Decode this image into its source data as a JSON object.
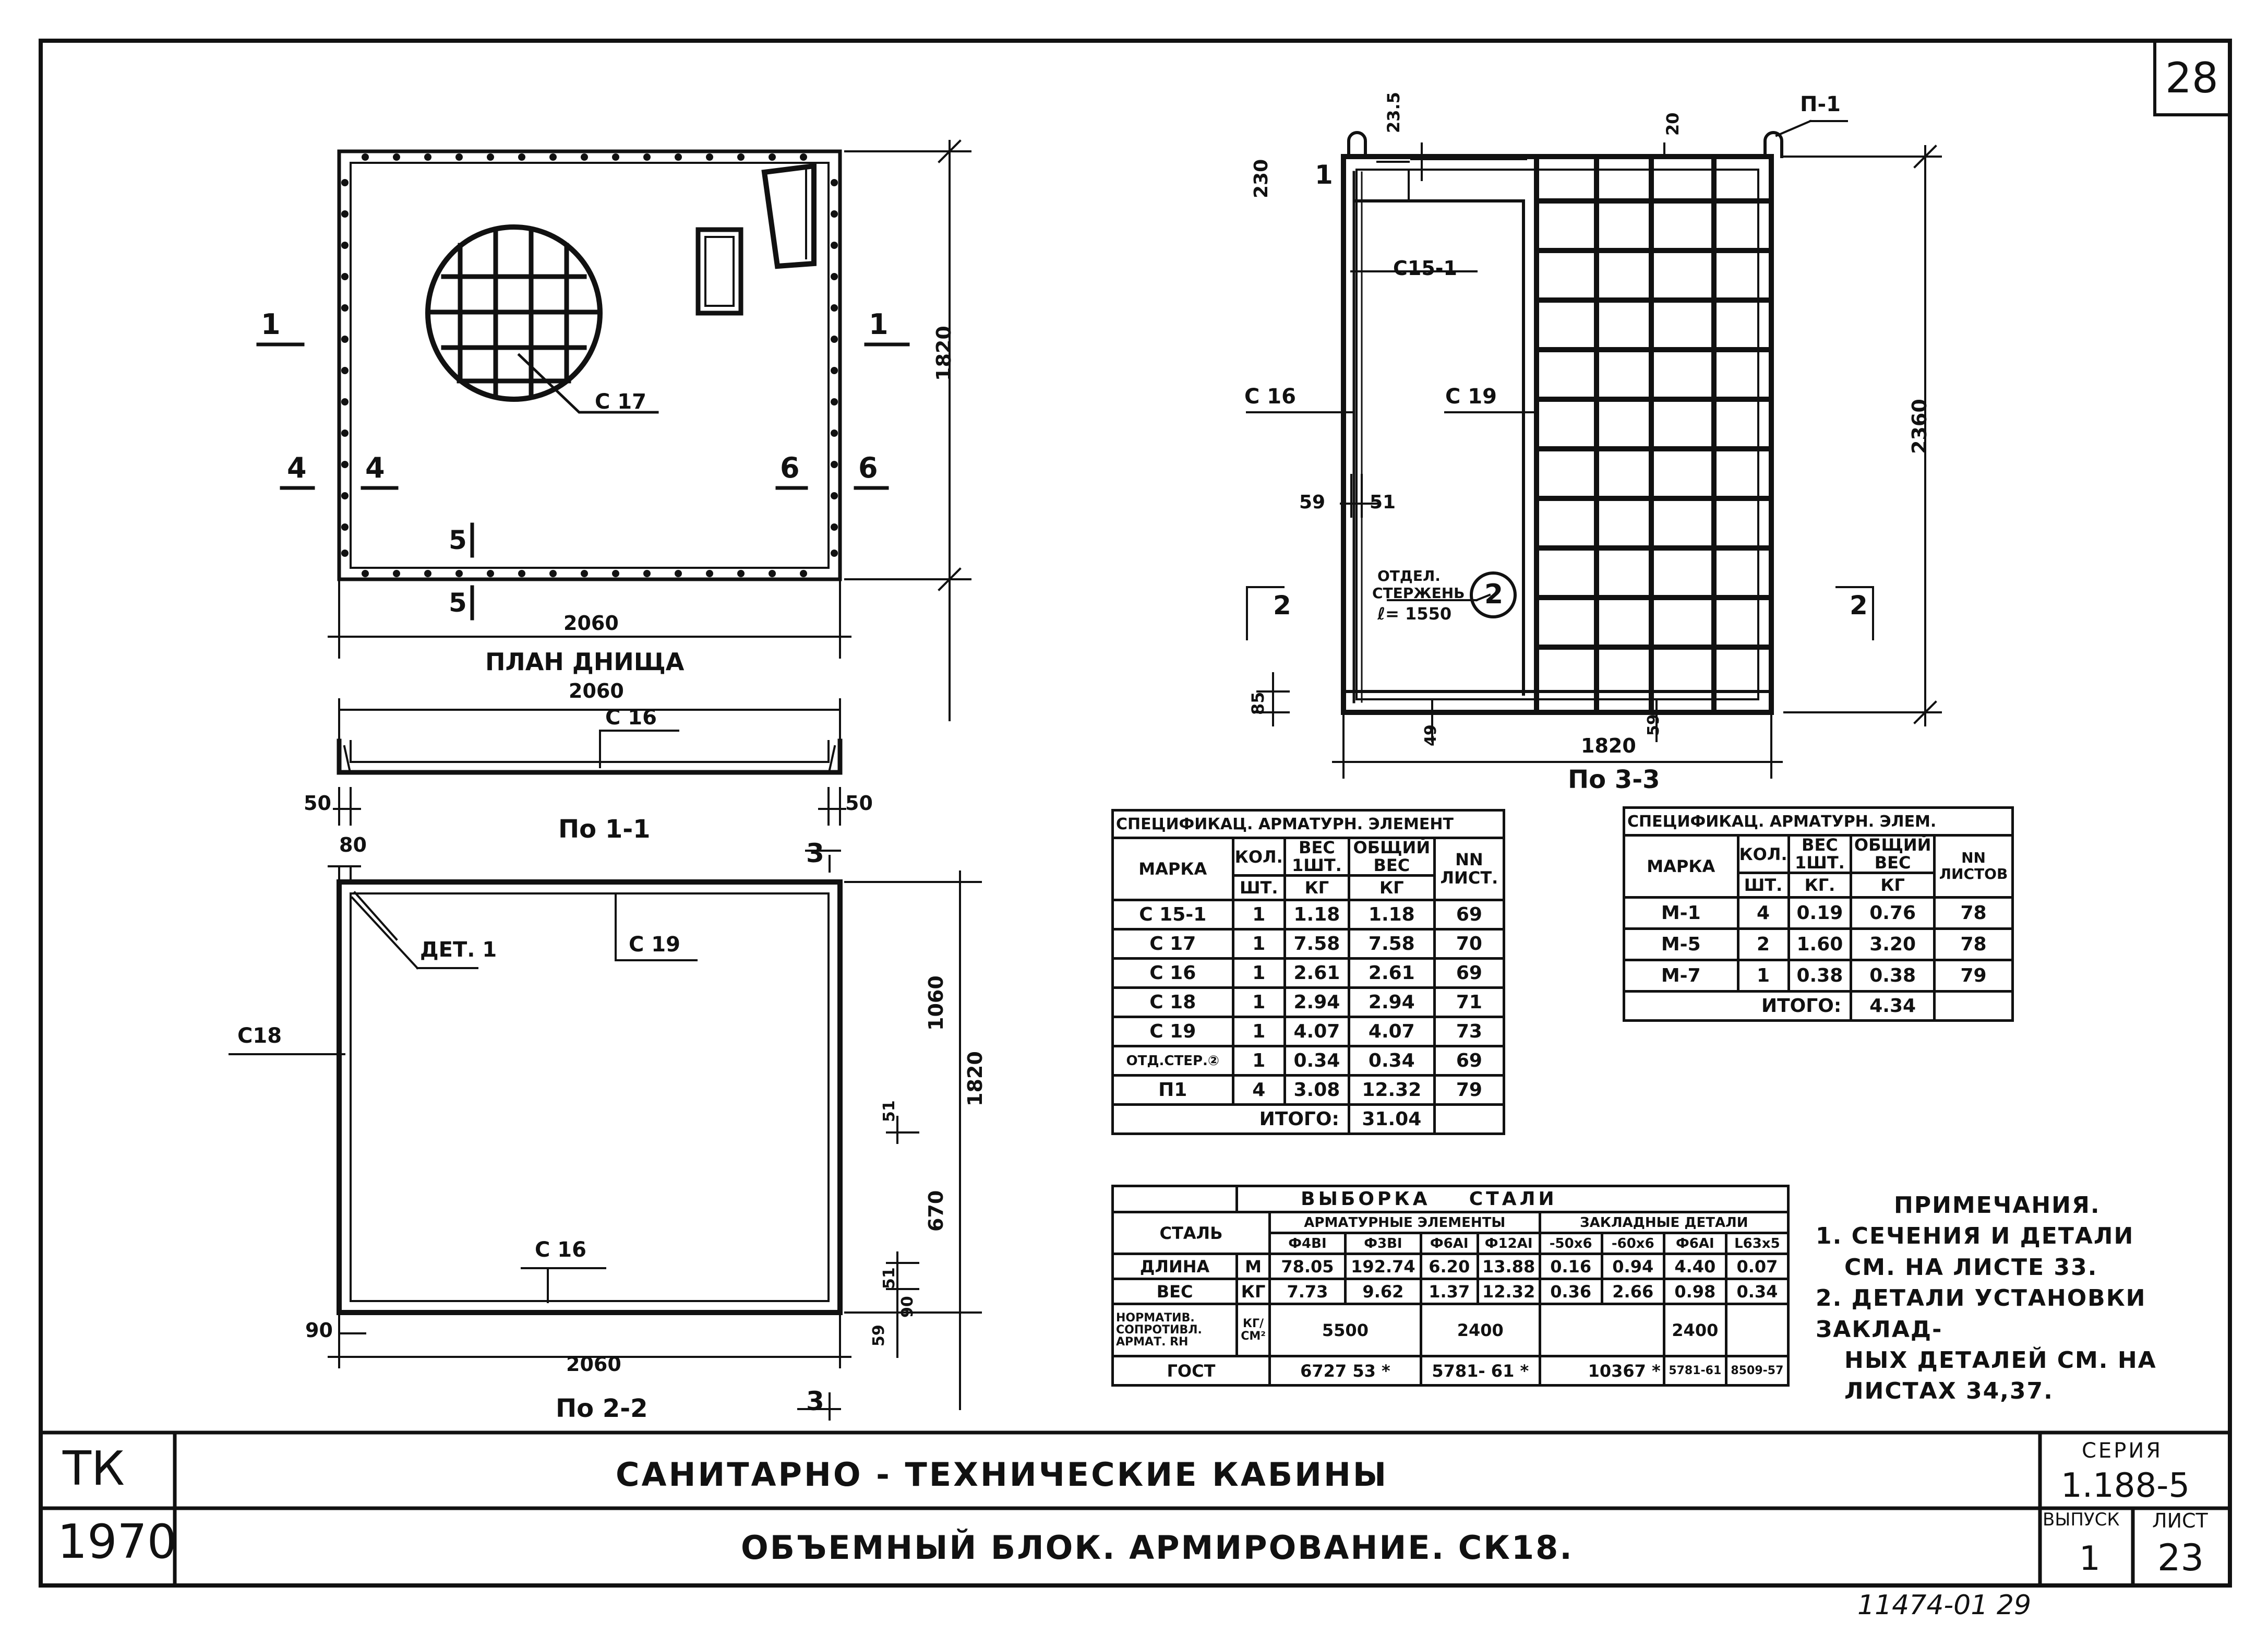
{
  "sheet_number": "28",
  "plan": {
    "title": "ПЛАН ДНИЩА",
    "dim_width": "2060",
    "dim_height": "1820",
    "label_c17": "С 17",
    "sec_1": "1",
    "sec_4": "4",
    "sec_5": "5",
    "sec_6": "6"
  },
  "section_11": {
    "title": "По 1-1",
    "dim_width": "2060",
    "label": "С 16",
    "dim_left": "50",
    "dim_right": "50"
  },
  "section_22": {
    "title": "По 2-2",
    "dim_width": "2060",
    "dim_top_left": "80",
    "dim_bottom_left": "90",
    "label_det": "ДЕТ. 1",
    "label_c19": "С 19",
    "label_c18": "С18",
    "label_c16": "С 16",
    "dim_1060": "1060",
    "dim_1820": "1820",
    "dim_670": "670",
    "dim_51a": "51",
    "dim_51b": "51",
    "dim_59": "59",
    "dim_90": "90",
    "sec_3": "3"
  },
  "section_33": {
    "title": "По 3-3",
    "dim_height": "2360",
    "dim_width": "1820",
    "dim_235": "23.5",
    "dim_20": "20",
    "dim_230": "230",
    "dim_59": "59",
    "dim_51": "51",
    "dim_85": "85",
    "dim_49": "49",
    "dim_59b": "59",
    "label_p1": "П-1",
    "label_c151": "С15-1",
    "label_c16": "С 16",
    "label_c19": "С 19",
    "label_mark1": "1",
    "label_otd_1": "ОТДЕЛ.",
    "label_otd_2": "СТЕРЖЕНЬ",
    "label_otd_3": "ℓ= 1550",
    "label_circle": "2",
    "sec_2": "2"
  },
  "spec1": {
    "title": "СПЕЦИФИКАЦ. АРМАТУРН. ЭЛЕМЕНТ",
    "col_mark": "МАРКА",
    "col_qty": "КОЛ.",
    "col_qty_unit": "ШТ.",
    "col_w1_a": "ВЕС",
    "col_w1_b": "1ШТ.",
    "col_w1_unit": "КГ",
    "col_wt_a": "ОБЩИЙ",
    "col_wt_b": "ВЕС",
    "col_wt_unit": "КГ",
    "col_nn_a": "NN",
    "col_nn_b": "ЛИСТ.",
    "rows": [
      {
        "mark": "С 15-1",
        "qty": "1",
        "w1": "1.18",
        "wt": "1.18",
        "nn": "69"
      },
      {
        "mark": "С 17",
        "qty": "1",
        "w1": "7.58",
        "wt": "7.58",
        "nn": "70"
      },
      {
        "mark": "С 16",
        "qty": "1",
        "w1": "2.61",
        "wt": "2.61",
        "nn": "69"
      },
      {
        "mark": "С 18",
        "qty": "1",
        "w1": "2.94",
        "wt": "2.94",
        "nn": "71"
      },
      {
        "mark": "С 19",
        "qty": "1",
        "w1": "4.07",
        "wt": "4.07",
        "nn": "73"
      },
      {
        "mark": "ОТД.СТЕР.②",
        "qty": "1",
        "w1": "0.34",
        "wt": "0.34",
        "nn": "69"
      },
      {
        "mark": "П1",
        "qty": "4",
        "w1": "3.08",
        "wt": "12.32",
        "nn": "79"
      }
    ],
    "total_label": "ИТОГО:",
    "total_value": "31.04"
  },
  "spec2": {
    "title": "СПЕЦИФИКАЦ. АРМАТУРН. ЭЛЕМ.",
    "col_mark": "МАРКА",
    "col_qty": "КОЛ.",
    "col_qty_unit": "ШТ.",
    "col_w1_a": "ВЕС",
    "col_w1_b": "1ШТ.",
    "col_w1_unit": "КГ.",
    "col_wt_a": "ОБЩИЙ",
    "col_wt_b": "ВЕС",
    "col_wt_unit": "КГ",
    "col_nn_a": "NN",
    "col_nn_b": "ЛИСТОВ",
    "rows": [
      {
        "mark": "М-1",
        "qty": "4",
        "w1": "0.19",
        "wt": "0.76",
        "nn": "78"
      },
      {
        "mark": "М-5",
        "qty": "2",
        "w1": "1.60",
        "wt": "3.20",
        "nn": "78"
      },
      {
        "mark": "М-7",
        "qty": "1",
        "w1": "0.38",
        "wt": "0.38",
        "nn": "79"
      }
    ],
    "total_label": "ИТОГО:",
    "total_value": "4.34"
  },
  "vyborka": {
    "title_a": "ВЫБОРКА",
    "title_b": "СТАЛИ",
    "col_steel": "СТАЛЬ",
    "grp_arm": "АРМАТУРНЫЕ ЭЛЕМЕНТЫ",
    "grp_zakl": "ЗАКЛАДНЫЕ ДЕТАЛИ",
    "sub": [
      "Ф4ВI",
      "Ф3ВI",
      "Ф6АI",
      "Ф12АI",
      "-50х6",
      "-60х6",
      "Ф6АI",
      "L63х5"
    ],
    "row_len_label": "ДЛИНА",
    "row_len_unit": "М",
    "row_len": [
      "78.05",
      "192.74",
      "6.20",
      "13.88",
      "0.16",
      "0.94",
      "4.40",
      "0.07"
    ],
    "row_wt_label": "ВЕС",
    "row_wt_unit": "КГ",
    "row_wt": [
      "7.73",
      "9.62",
      "1.37",
      "12.32",
      "0.36",
      "2.66",
      "0.98",
      "0.34"
    ],
    "row_norm_label_1": "НОРМАТИВ.",
    "row_norm_label_2": "СОПРОТИВЛ.",
    "row_norm_label_3": "АРМАТ. RН",
    "row_norm_unit_a": "КГ/",
    "row_norm_unit_b": "СМ²",
    "row_norm_a": "5500",
    "row_norm_b": "2400",
    "row_norm_c": "2400",
    "row_gost_label": "ГОСТ",
    "row_gost_a": "6727  53 *",
    "row_gost_b": "5781- 61 *",
    "row_gost_c": "10367 *",
    "row_gost_d": "5781-61",
    "row_gost_e": "8509-57"
  },
  "notes": {
    "title": "ПРИМЕЧАНИЯ.",
    "line1": "1. СЕЧЕНИЯ  И  ДЕТАЛИ",
    "line2": "СМ.  НА  ЛИСТЕ  33.",
    "line3": "2. ДЕТАЛИ  УСТАНОВКИ  ЗАКЛАД-",
    "line4": "НЫХ  ДЕТАЛЕЙ  СМ. НА",
    "line5": "ЛИСТАХ  34,37."
  },
  "titleblock": {
    "tk": "ТК",
    "year": "1970",
    "title1": "САНИТАРНО - ТЕХНИЧЕСКИЕ   КАБИНЫ",
    "title2": "ОБЪЕМНЫЙ  БЛОК.  АРМИРОВАНИЕ. СК18.",
    "seria_label": "СЕРИЯ",
    "seria_value": "1.188-5",
    "vypusk_label": "ВЫПУСК",
    "vypusk_value": "1",
    "list_label": "ЛИСТ",
    "list_value": "23"
  },
  "footer_code": "11474-01  29"
}
